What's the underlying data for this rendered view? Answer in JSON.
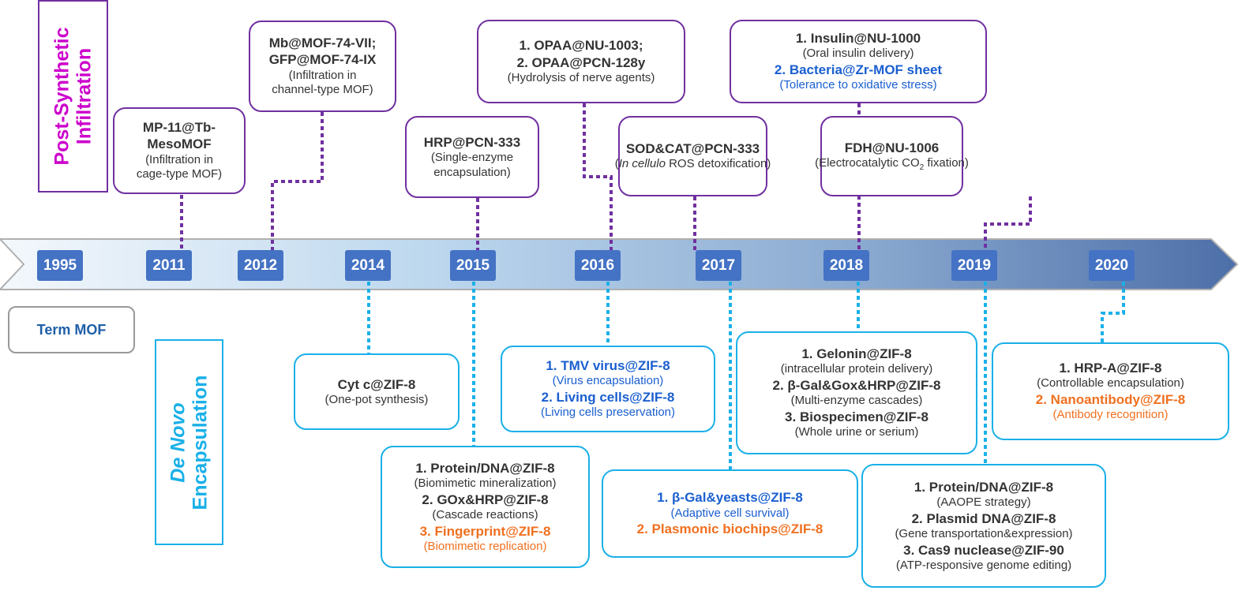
{
  "labels": {
    "post_synthetic": [
      "Post-Synthetic",
      "Infiltration"
    ],
    "de_novo": [
      "De Novo",
      "Encapsulation"
    ],
    "term_mof": "Term MOF"
  },
  "colors": {
    "purple": "#7030a0",
    "magenta": "#cc00cc",
    "cyan": "#1ab0e8",
    "blue_text": "#1a5fd0",
    "orange_text": "#f07020",
    "year_badge": "#4472c4"
  },
  "years": [
    "1995",
    "2011",
    "2012",
    "2014",
    "2015",
    "2016",
    "2017",
    "2018",
    "2019",
    "2020"
  ],
  "top_boxes": [
    {
      "year": "2011",
      "lines": [
        {
          "c": "t",
          "parts": [
            {
              "t": "MP-11@Tb-"
            }
          ]
        },
        {
          "c": "t",
          "parts": [
            {
              "t": "MesoMOF"
            }
          ]
        },
        {
          "c": "s",
          "parts": [
            {
              "t": "(Infiltration in"
            }
          ]
        },
        {
          "c": "s",
          "parts": [
            {
              "t": "cage-type MOF)"
            }
          ]
        }
      ]
    },
    {
      "year": "2012",
      "lines": [
        {
          "c": "t",
          "parts": [
            {
              "t": "Mb@MOF-74-VII;"
            }
          ]
        },
        {
          "c": "t",
          "parts": [
            {
              "t": "GFP@MOF-74-IX"
            }
          ]
        },
        {
          "c": "s",
          "parts": [
            {
              "t": "(Infiltration in"
            }
          ]
        },
        {
          "c": "s",
          "parts": [
            {
              "t": "channel-type MOF)"
            }
          ]
        }
      ]
    },
    {
      "year": "2016",
      "lines": [
        {
          "c": "t",
          "parts": [
            {
              "t": "1. OPAA@NU-1003;"
            }
          ]
        },
        {
          "c": "t",
          "parts": [
            {
              "t": "2. OPAA@PCN-128y"
            }
          ]
        },
        {
          "c": "s",
          "parts": [
            {
              "t": "(Hydrolysis of nerve agents)"
            }
          ]
        }
      ]
    },
    {
      "year": "2015",
      "lines": [
        {
          "c": "t",
          "parts": [
            {
              "t": "HRP@PCN-333"
            }
          ]
        },
        {
          "c": "s",
          "parts": [
            {
              "t": "(Single-enzyme"
            }
          ]
        },
        {
          "c": "s",
          "parts": [
            {
              "t": "encapsulation)"
            }
          ]
        }
      ]
    },
    {
      "year": "2017",
      "lines": [
        {
          "c": "t",
          "parts": [
            {
              "t": "SOD&CAT@PCN-333"
            }
          ]
        },
        {
          "c": "s",
          "parts": [
            {
              "t": "("
            },
            {
              "t": "In cellulo",
              "i": true
            },
            {
              "t": " ROS detoxification)"
            }
          ]
        }
      ]
    },
    {
      "year": "2018",
      "lines": [
        {
          "c": "t",
          "parts": [
            {
              "t": "1. Insulin@NU-1000"
            }
          ]
        },
        {
          "c": "s",
          "parts": [
            {
              "t": "(Oral insulin delivery)"
            }
          ]
        },
        {
          "c": "tb",
          "parts": [
            {
              "t": "2. Bacteria@Zr-MOF sheet"
            }
          ]
        },
        {
          "c": "sb",
          "parts": [
            {
              "t": "(Tolerance to oxidative stress)"
            }
          ]
        }
      ]
    },
    {
      "year": "2019",
      "lines": [
        {
          "c": "t",
          "parts": [
            {
              "t": "FDH@NU-1006"
            }
          ]
        },
        {
          "c": "s",
          "parts": [
            {
              "t": "(Electrocatalytic CO"
            },
            {
              "t": "2",
              "sub": true
            },
            {
              "t": " fixation)"
            }
          ]
        }
      ]
    }
  ],
  "bottom_boxes": [
    {
      "year": "2014",
      "lines": [
        {
          "c": "t",
          "parts": [
            {
              "t": "Cyt c@ZIF-8"
            }
          ]
        },
        {
          "c": "s",
          "parts": [
            {
              "t": "(One-pot synthesis)"
            }
          ]
        }
      ]
    },
    {
      "year": "2016",
      "lines": [
        {
          "c": "tb",
          "parts": [
            {
              "t": "1. TMV virus@ZIF-8"
            }
          ]
        },
        {
          "c": "sb",
          "parts": [
            {
              "t": "(Virus encapsulation)"
            }
          ]
        },
        {
          "c": "tb",
          "parts": [
            {
              "t": "2. Living cells@ZIF-8"
            }
          ]
        },
        {
          "c": "sb",
          "parts": [
            {
              "t": "(Living cells preservation)"
            }
          ]
        }
      ]
    },
    {
      "year": "2015",
      "lines": [
        {
          "c": "t",
          "parts": [
            {
              "t": "1. Protein/DNA@ZIF-8"
            }
          ]
        },
        {
          "c": "s",
          "parts": [
            {
              "t": "(Biomimetic mineralization)"
            }
          ]
        },
        {
          "c": "t",
          "parts": [
            {
              "t": "2. GOx&HRP@ZIF-8"
            }
          ]
        },
        {
          "c": "s",
          "parts": [
            {
              "t": "(Cascade reactions)"
            }
          ]
        },
        {
          "c": "to",
          "parts": [
            {
              "t": "3. Fingerprint@ZIF-8"
            }
          ]
        },
        {
          "c": "so",
          "parts": [
            {
              "t": "(Biomimetic replication)"
            }
          ]
        }
      ]
    },
    {
      "year": "2018",
      "lines": [
        {
          "c": "t",
          "parts": [
            {
              "t": "1. Gelonin@ZIF-8"
            }
          ]
        },
        {
          "c": "s",
          "parts": [
            {
              "t": "(intracellular protein delivery)"
            }
          ]
        },
        {
          "c": "t",
          "parts": [
            {
              "t": "2. β-Gal&Gox&HRP@ZIF-8"
            }
          ]
        },
        {
          "c": "s",
          "parts": [
            {
              "t": "(Multi-enzyme cascades)"
            }
          ]
        },
        {
          "c": "t",
          "parts": [
            {
              "t": "3. Biospecimen@ZIF-8"
            }
          ]
        },
        {
          "c": "s",
          "parts": [
            {
              "t": "(Whole urine or serium)"
            }
          ]
        }
      ]
    },
    {
      "year": "2020",
      "lines": [
        {
          "c": "t",
          "parts": [
            {
              "t": "1. HRP-A@ZIF-8"
            }
          ]
        },
        {
          "c": "s",
          "parts": [
            {
              "t": "(Controllable encapsulation)"
            }
          ]
        },
        {
          "c": "to",
          "parts": [
            {
              "t": "2. Nanoantibody@ZIF-8"
            }
          ]
        },
        {
          "c": "so",
          "parts": [
            {
              "t": "(Antibody recognition)"
            }
          ]
        }
      ]
    },
    {
      "year": "2017",
      "lines": [
        {
          "c": "tb",
          "parts": [
            {
              "t": "1. β-Gal&yeasts@ZIF-8"
            }
          ]
        },
        {
          "c": "sb",
          "parts": [
            {
              "t": "(Adaptive cell survival)"
            }
          ]
        },
        {
          "c": "to",
          "parts": [
            {
              "t": "2. Plasmonic biochips@ZIF-8"
            }
          ]
        }
      ]
    },
    {
      "year": "2019",
      "lines": [
        {
          "c": "t",
          "parts": [
            {
              "t": "1. Protein/DNA@ZIF-8"
            }
          ]
        },
        {
          "c": "s",
          "parts": [
            {
              "t": "(AAOPE strategy)"
            }
          ]
        },
        {
          "c": "t",
          "parts": [
            {
              "t": "2. Plasmid DNA@ZIF-8"
            }
          ]
        },
        {
          "c": "s",
          "parts": [
            {
              "t": "(Gene transportation&expression)"
            }
          ]
        },
        {
          "c": "t",
          "parts": [
            {
              "t": "3. Cas9 nuclease@ZIF-90"
            }
          ]
        },
        {
          "c": "s",
          "parts": [
            {
              "t": "(ATP-responsive genome editing)"
            }
          ]
        }
      ]
    }
  ]
}
